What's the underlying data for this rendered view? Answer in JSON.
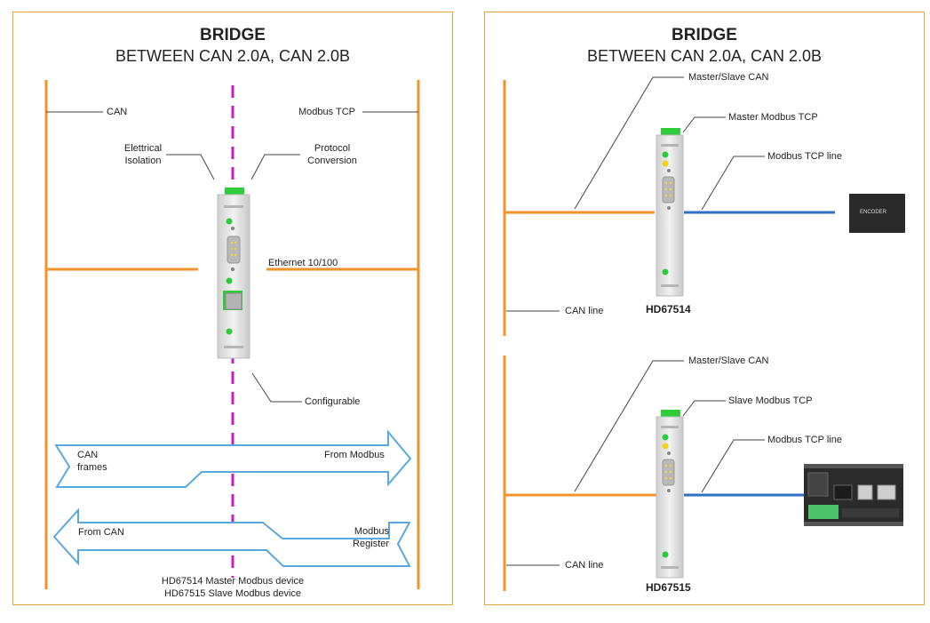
{
  "left_panel": {
    "title": "BRIDGE",
    "subtitle": "BETWEEN CAN 2.0A, CAN 2.0B",
    "label_can": "CAN",
    "label_modbus_tcp": "Modbus TCP",
    "label_isolation_1": "Elettrical",
    "label_isolation_2": "Isolation",
    "label_protocol_1": "Protocol",
    "label_protocol_2": "Conversion",
    "label_ethernet": "Ethernet 10/100",
    "label_configurable": "Configurable",
    "arrow_top_left_1": "CAN",
    "arrow_top_left_2": "frames",
    "arrow_top_right": "From Modbus",
    "arrow_bottom_left": "From CAN",
    "arrow_bottom_right_1": "Modbus",
    "arrow_bottom_right_2": "Register",
    "footer_1": "HD67514 Master Modbus device",
    "footer_2": "HD67515 Slave Modbus device"
  },
  "right_panel": {
    "title": "BRIDGE",
    "subtitle": "BETWEEN CAN 2.0A, CAN 2.0B",
    "top": {
      "label_master_slave_can": "Master/Slave CAN",
      "label_modbus_role": "Master Modbus TCP",
      "label_tcp_line": "Modbus TCP line",
      "label_can_line": "CAN line",
      "model": "HD67514",
      "device_label": "ENCODER"
    },
    "bottom": {
      "label_master_slave_can": "Master/Slave CAN",
      "label_modbus_role": "Slave Modbus TCP",
      "label_tcp_line": "Modbus TCP line",
      "label_can_line": "CAN line",
      "model": "HD67515"
    }
  },
  "colors": {
    "frame": "#e8a33d",
    "can_line": "#f0932b",
    "tcp_line": "#2f6fc4",
    "dash": "#c21fc4",
    "arrow_outline": "#5aa8e0"
  }
}
